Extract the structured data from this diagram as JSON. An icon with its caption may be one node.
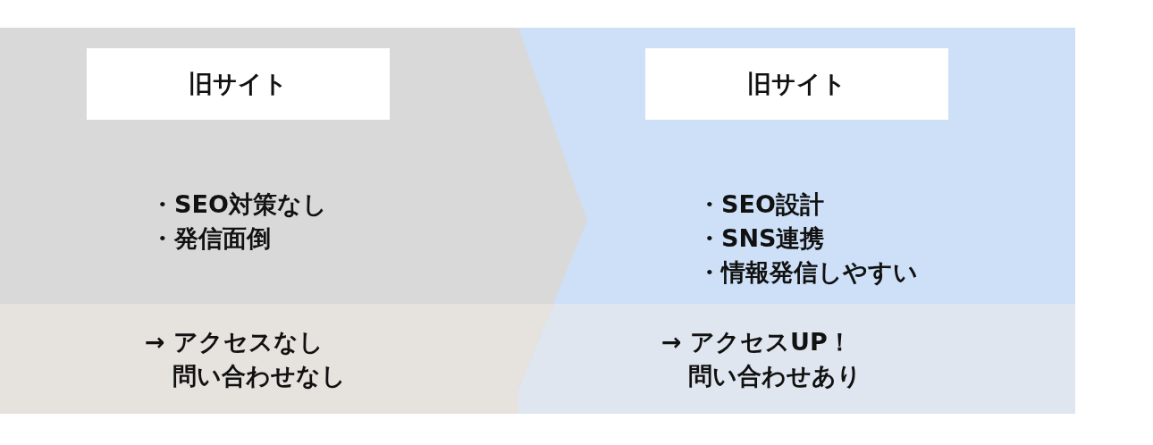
{
  "diagram": {
    "nodes": [
      {
        "text": [
          "・SEO対策なし",
          "・発信面倒"
        ]
      },
      {
        "text": [
          "旧サイト"
        ],
        "in": 0
      },
      {
        "text": [
          "→ アクセスなし",
          "問い合わせなし"
        ],
        "in": 0
      },
      {
        "text": [
          "・SEO設計",
          "・SNS連携",
          "・情報発信しやすい"
        ]
      },
      {
        "text": [
          "旧サイト"
        ],
        "in": 3
      },
      {
        "text": [
          "→ アクセスUP！",
          "問い合わせあり"
        ],
        "in": 3
      }
    ]
  }
}
